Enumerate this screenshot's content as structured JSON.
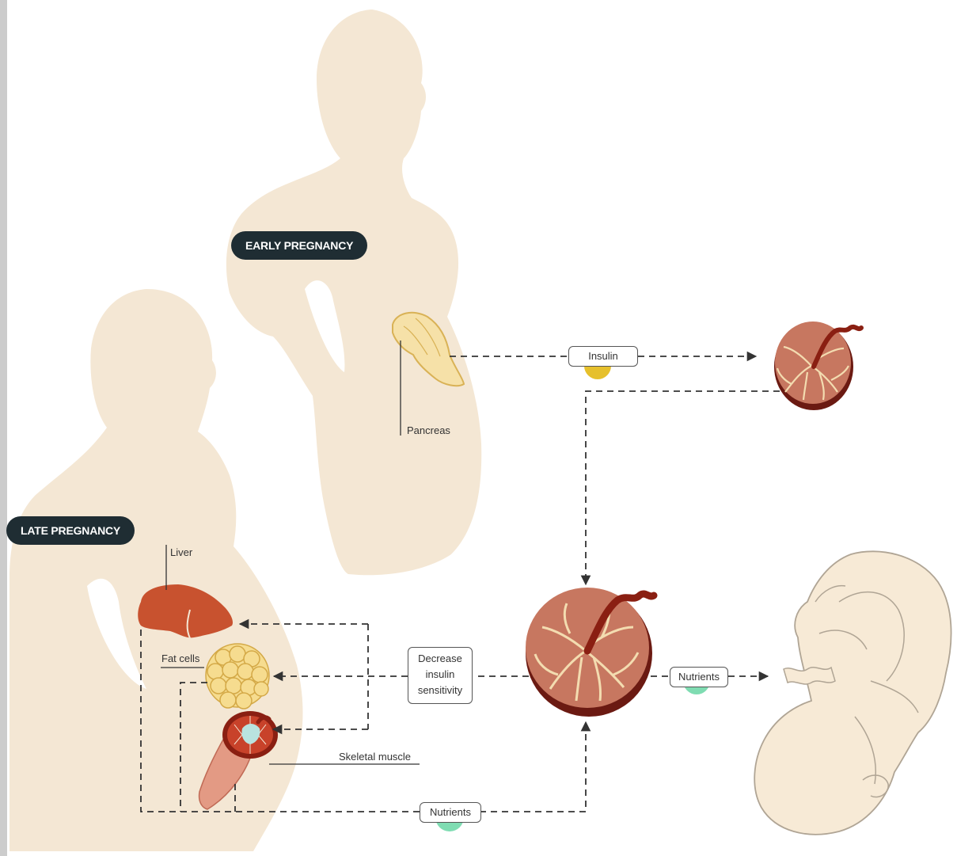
{
  "stages": {
    "early": "EARLY PREGNANCY",
    "late": "LATE PREGNANCY"
  },
  "organs": {
    "pancreas": "Pancreas",
    "liver": "Liver",
    "fat_cells": "Fat cells",
    "skeletal_muscle": "Skeletal muscle"
  },
  "flows": {
    "insulin": "Insulin",
    "decrease_line1": "Decrease",
    "decrease_line2": "insulin",
    "decrease_line3": "sensitivity",
    "nutrients_to_fetus": "Nutrients",
    "nutrients_from_mother": "Nutrients"
  },
  "colors": {
    "silhouette": "#f4e7d4",
    "badge": "#1f2d33",
    "liver": "#c8522f",
    "fat": "#f6dc8f",
    "placenta": "#c77760",
    "cord": "#8a1f12",
    "insulin_dot": "#e6c02c",
    "nutrients_dot": "#7fdcb2",
    "fetus": "#f7ead6"
  }
}
